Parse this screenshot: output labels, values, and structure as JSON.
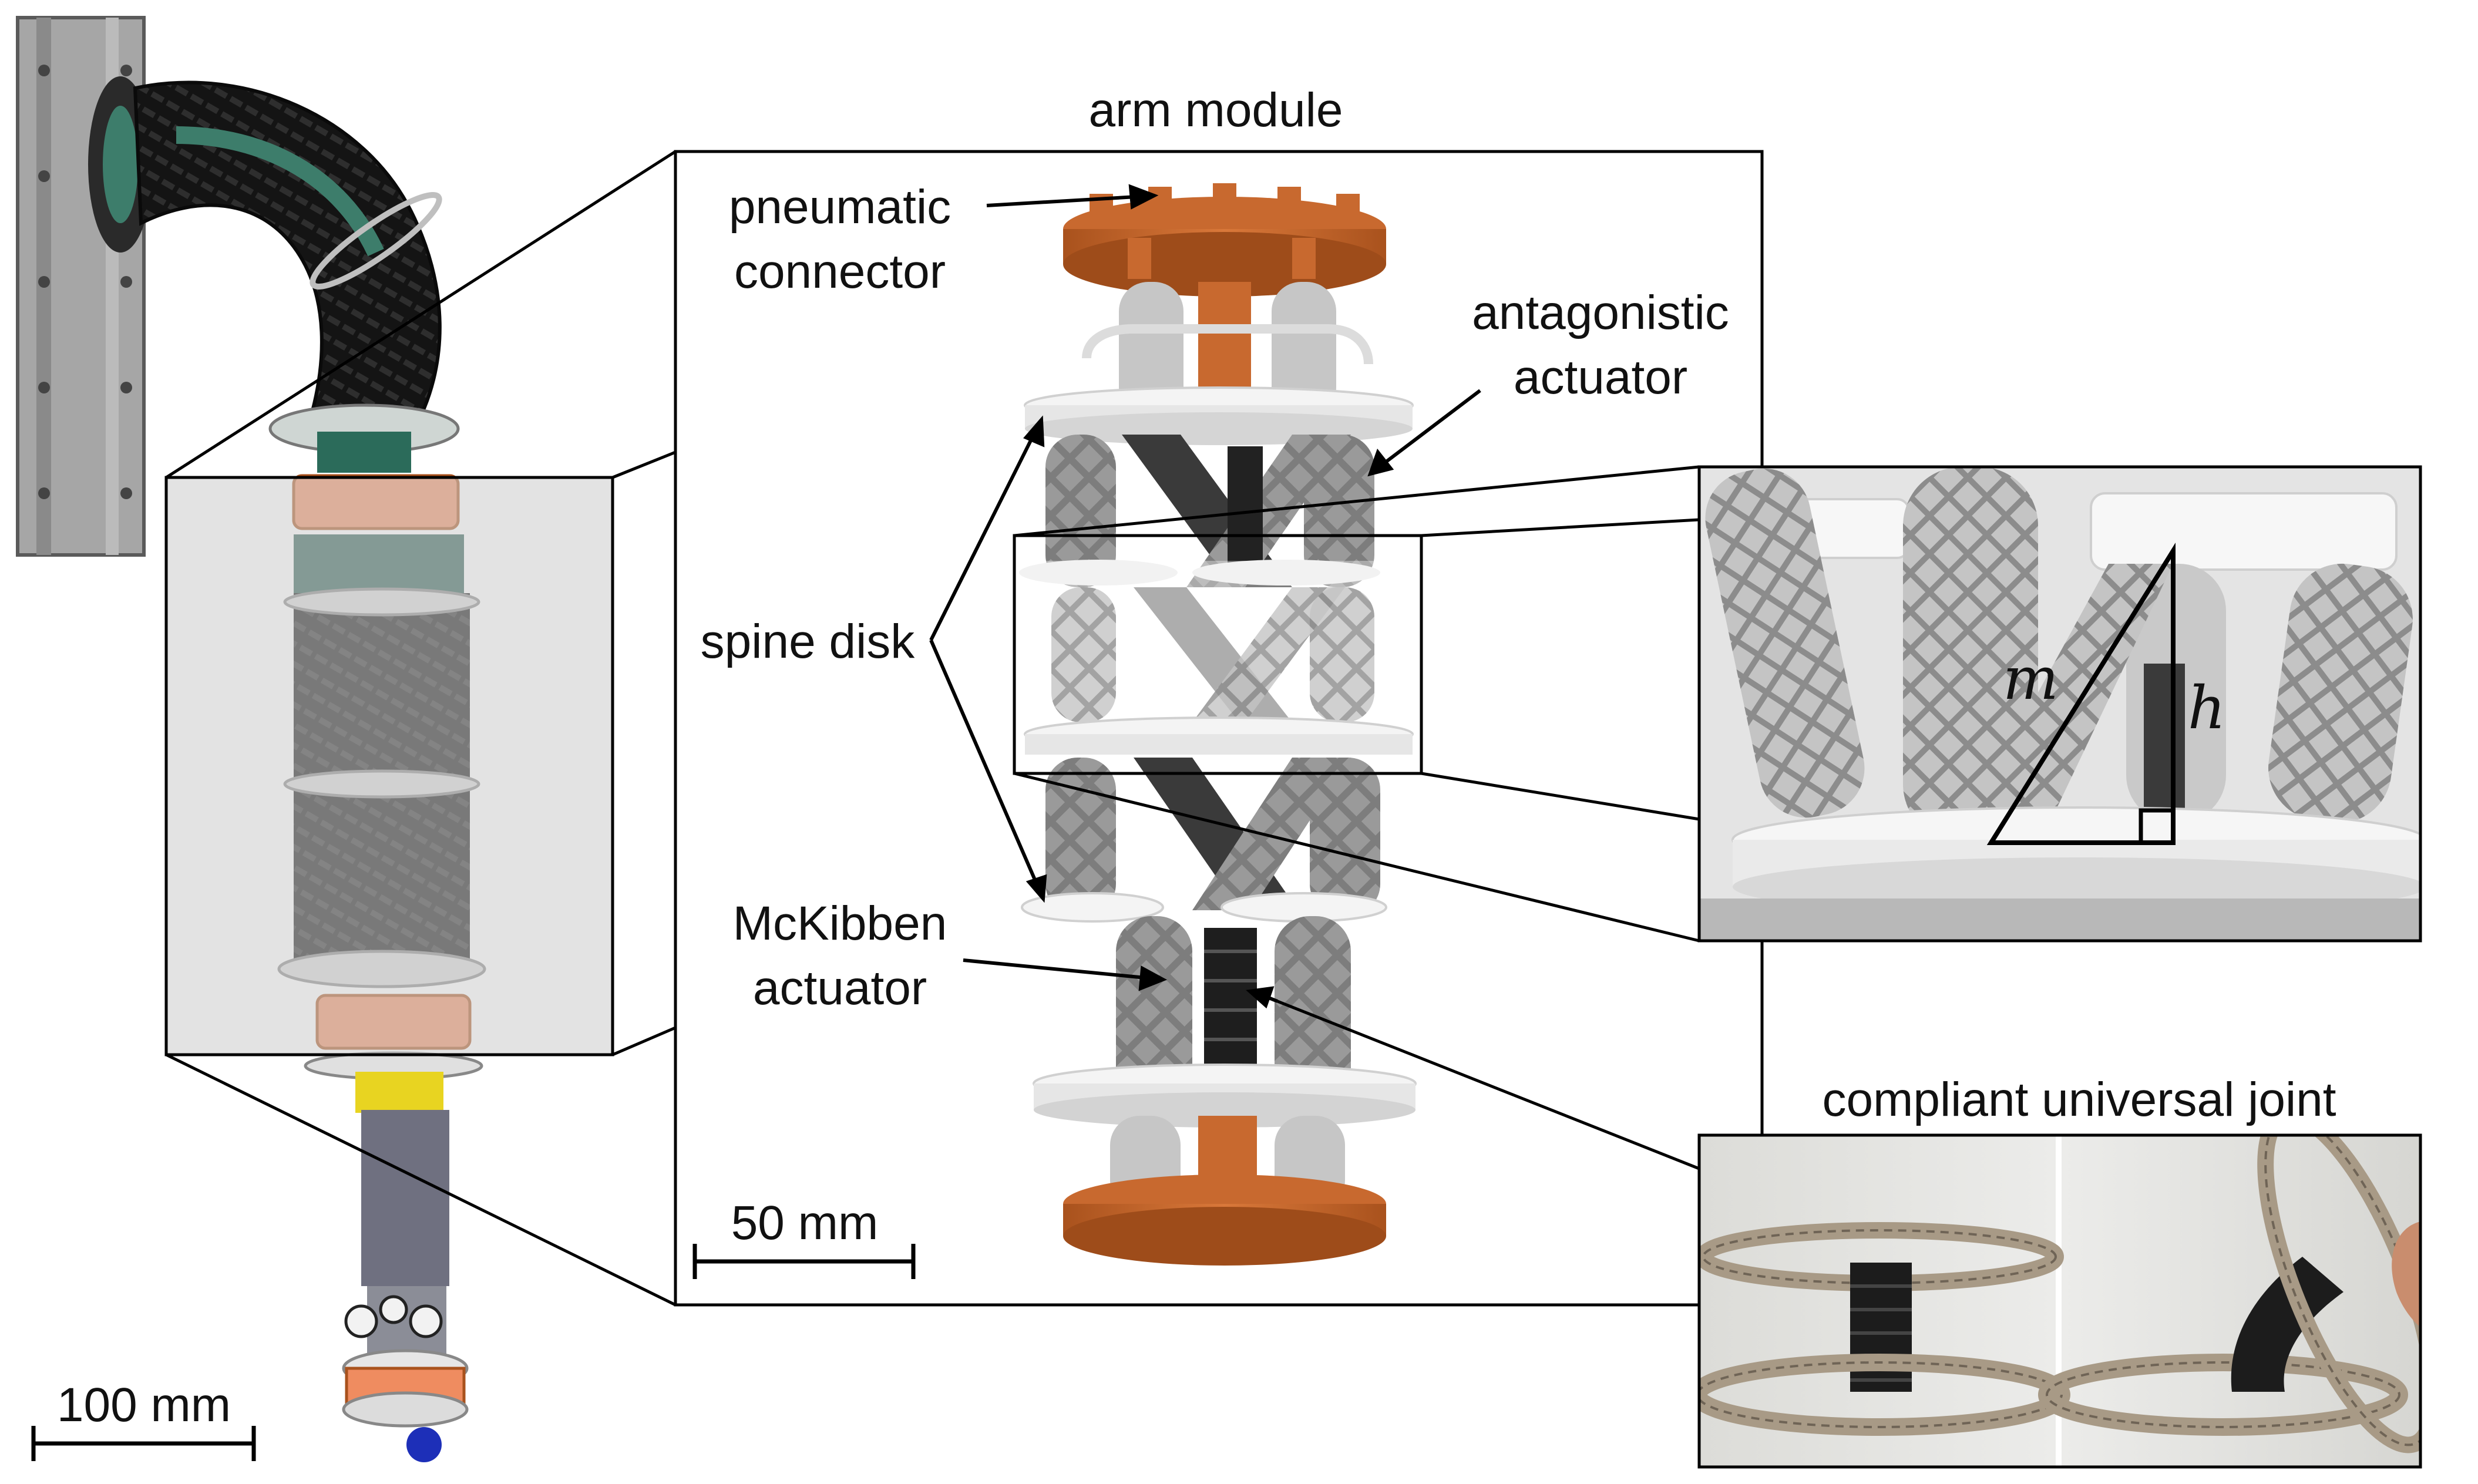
{
  "figure": {
    "labels": {
      "arm_module": "arm module",
      "pneumatic_connector_line1": "pneumatic",
      "pneumatic_connector_line2": "connector",
      "antagonistic_actuator_line1": "antagonistic",
      "antagonistic_actuator_line2": "actuator",
      "spine_disk": "spine disk",
      "mckibben_actuator_line1": "McKibben",
      "mckibben_actuator_line2": "actuator",
      "compliant_universal_joint": "compliant universal joint",
      "scale_bar_small": "50 mm",
      "scale_bar_large": "100 mm",
      "symbol_m": "m",
      "symbol_h": "h"
    },
    "colors": {
      "copper": "#c8692f",
      "orange_disk": "#ef8c60",
      "white_disk": "#f2f2f2",
      "gray_tube": "#7b7b7b",
      "light_tube": "#c9c9c9",
      "black_braid": "#1c1c1c",
      "panel_gray": "#e3e3e3",
      "line": "#000000"
    }
  }
}
